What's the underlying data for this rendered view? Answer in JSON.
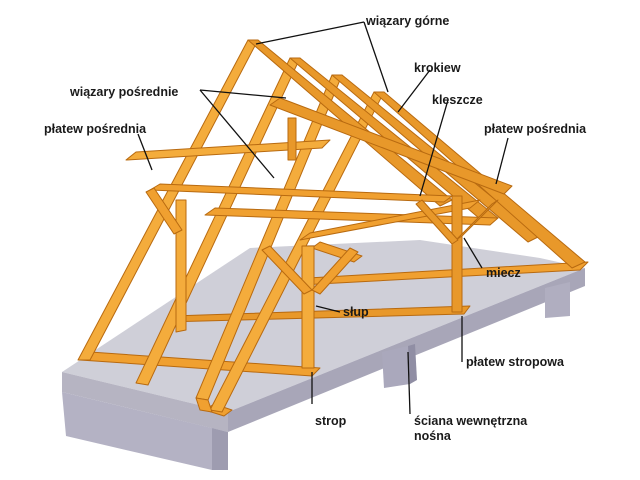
{
  "diagram": {
    "labels": {
      "wiazary_gorne": "wiązary górne",
      "krokiew": "krokiew",
      "wiazary_posrednie": "wiązary pośrednie",
      "kleszcze": "kleszcze",
      "platew_posrednia_left": "płatew pośrednia",
      "platew_posrednia_right": "płatew pośrednia",
      "miecz": "miecz",
      "slup": "słup",
      "platew_stropowa": "płatew stropowa",
      "strop": "strop",
      "sciana_line1": "ściana wewnętrzna",
      "sciana_line2": "nośna"
    },
    "colors": {
      "timber": "#f0a030",
      "timber_light": "#f8c062",
      "timber_dark": "#c87818",
      "slab_top": "#cfcfd8",
      "slab_side": "#b6b4c2",
      "wall": "#b4b2c4",
      "leader": "#111111"
    }
  }
}
